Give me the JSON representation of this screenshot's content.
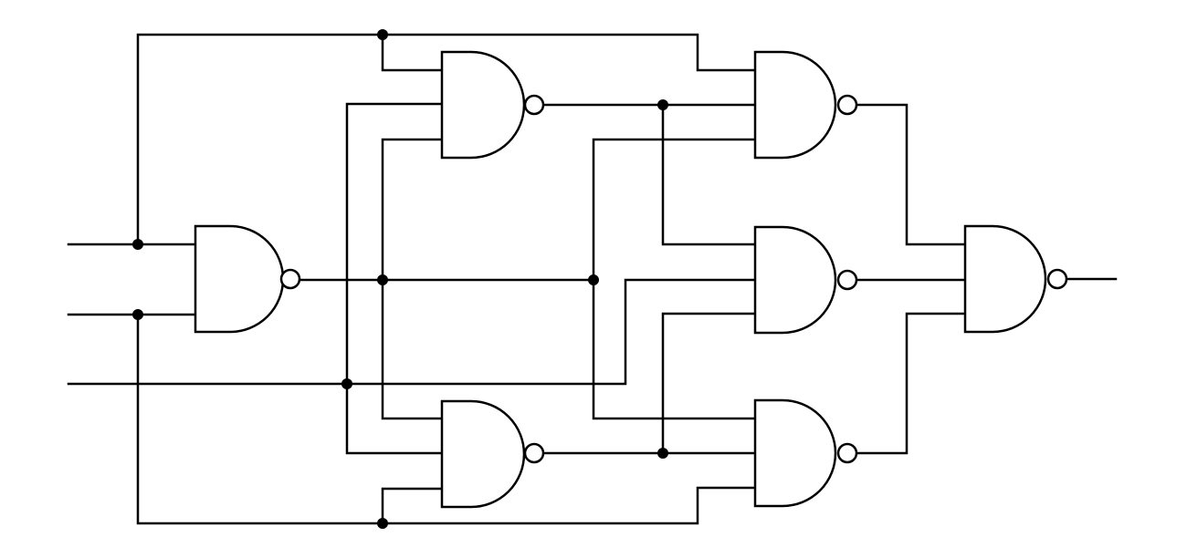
{
  "diagram": {
    "type": "logic-circuit",
    "gate_type": "NAND",
    "colors": {
      "stroke": "#000000",
      "background": "#ffffff"
    },
    "inputs": [
      "in-1",
      "in-2",
      "in-3"
    ],
    "outputs": [
      "out"
    ],
    "gates": [
      {
        "id": "g1",
        "type": "NAND",
        "inputs": [
          "in-1",
          "in-2"
        ]
      },
      {
        "id": "g2",
        "type": "NAND",
        "inputs": [
          "in-1",
          "in-3",
          "g1"
        ]
      },
      {
        "id": "g3",
        "type": "NAND",
        "inputs": [
          "g1",
          "in-3",
          "in-2"
        ]
      },
      {
        "id": "g4",
        "type": "NAND",
        "inputs": [
          "in-1",
          "g2",
          "g1"
        ]
      },
      {
        "id": "g5",
        "type": "NAND",
        "inputs": [
          "g2",
          "in-3",
          "g3"
        ]
      },
      {
        "id": "g6",
        "type": "NAND",
        "inputs": [
          "g1",
          "g3",
          "in-2"
        ]
      },
      {
        "id": "g7",
        "type": "NAND",
        "inputs": [
          "g4",
          "g5",
          "g6"
        ]
      }
    ],
    "junction_count": 9
  }
}
